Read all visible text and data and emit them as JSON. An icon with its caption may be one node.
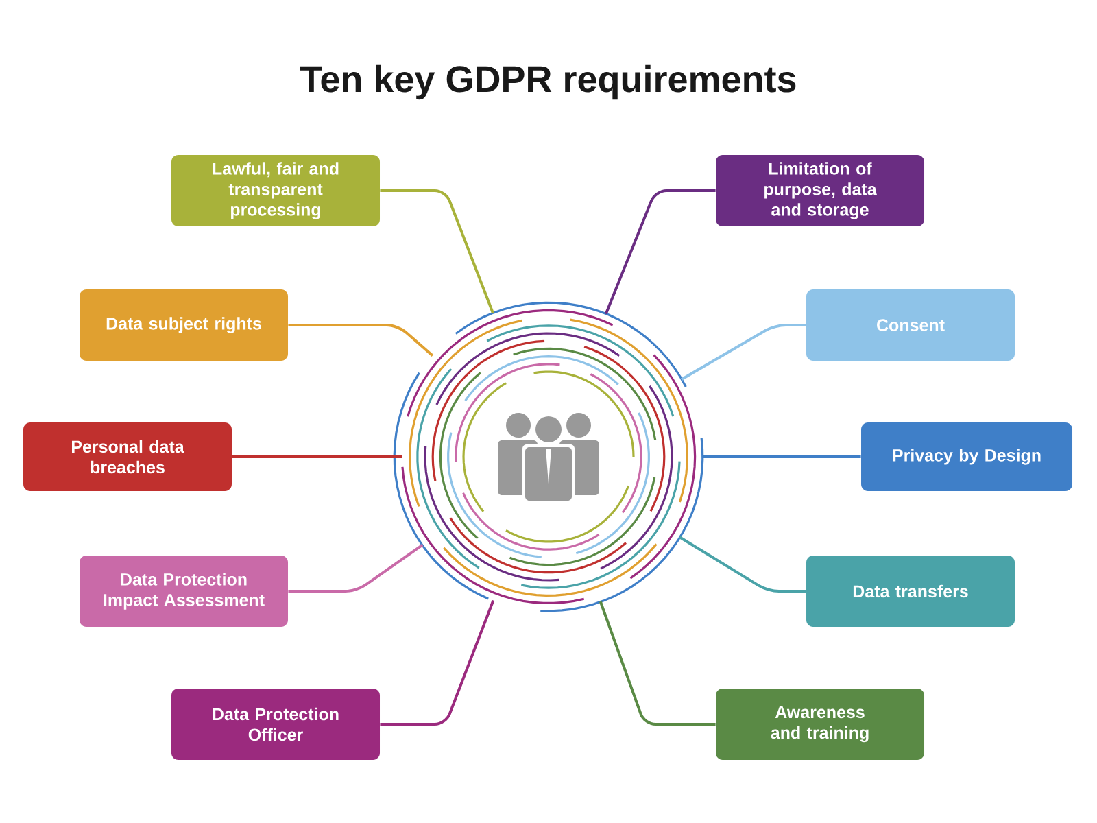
{
  "diagram": {
    "title": "Ten key GDPR requirements",
    "nodes": [
      {
        "text": [
          "Lawful, fair and transparent processing"
        ]
      },
      {
        "text": [
          "Data subject rights"
        ]
      },
      {
        "text": [
          "Personal data breaches"
        ]
      },
      {
        "text": [
          "Data Protection Impact Assessment"
        ]
      },
      {
        "text": [
          "Data Protection Officer"
        ]
      },
      {
        "text": [
          "Limitation of purpose, data and storage"
        ]
      },
      {
        "text": [
          "Consent"
        ]
      },
      {
        "text": [
          "Privacy by Design"
        ]
      },
      {
        "text": [
          "Data transfers"
        ]
      },
      {
        "text": [
          "Awareness and training"
        ]
      },
      {
        "text": [],
        "shape": "picture"
      }
    ],
    "edges": [
      {
        "from": 0,
        "to": 10,
        "arrow": "none",
        "color": "#a8b23a"
      },
      {
        "from": 1,
        "to": 10,
        "arrow": "none",
        "color": "#e0a030"
      },
      {
        "from": 2,
        "to": 10,
        "arrow": "none",
        "color": "#c0302e"
      },
      {
        "from": 3,
        "to": 10,
        "arrow": "none",
        "color": "#c96aa8"
      },
      {
        "from": 4,
        "to": 10,
        "arrow": "none",
        "color": "#9b2a7e"
      },
      {
        "from": 5,
        "to": 10,
        "arrow": "none",
        "color": "#6a2d82"
      },
      {
        "from": 6,
        "to": 10,
        "arrow": "none",
        "color": "#8ec3e8"
      },
      {
        "from": 7,
        "to": 10,
        "arrow": "none",
        "color": "#3f7fc8"
      },
      {
        "from": 8,
        "to": 10,
        "arrow": "none",
        "color": "#4aa3a8"
      },
      {
        "from": 9,
        "to": 10,
        "arrow": "none",
        "color": "#5a8a45"
      }
    ]
  }
}
